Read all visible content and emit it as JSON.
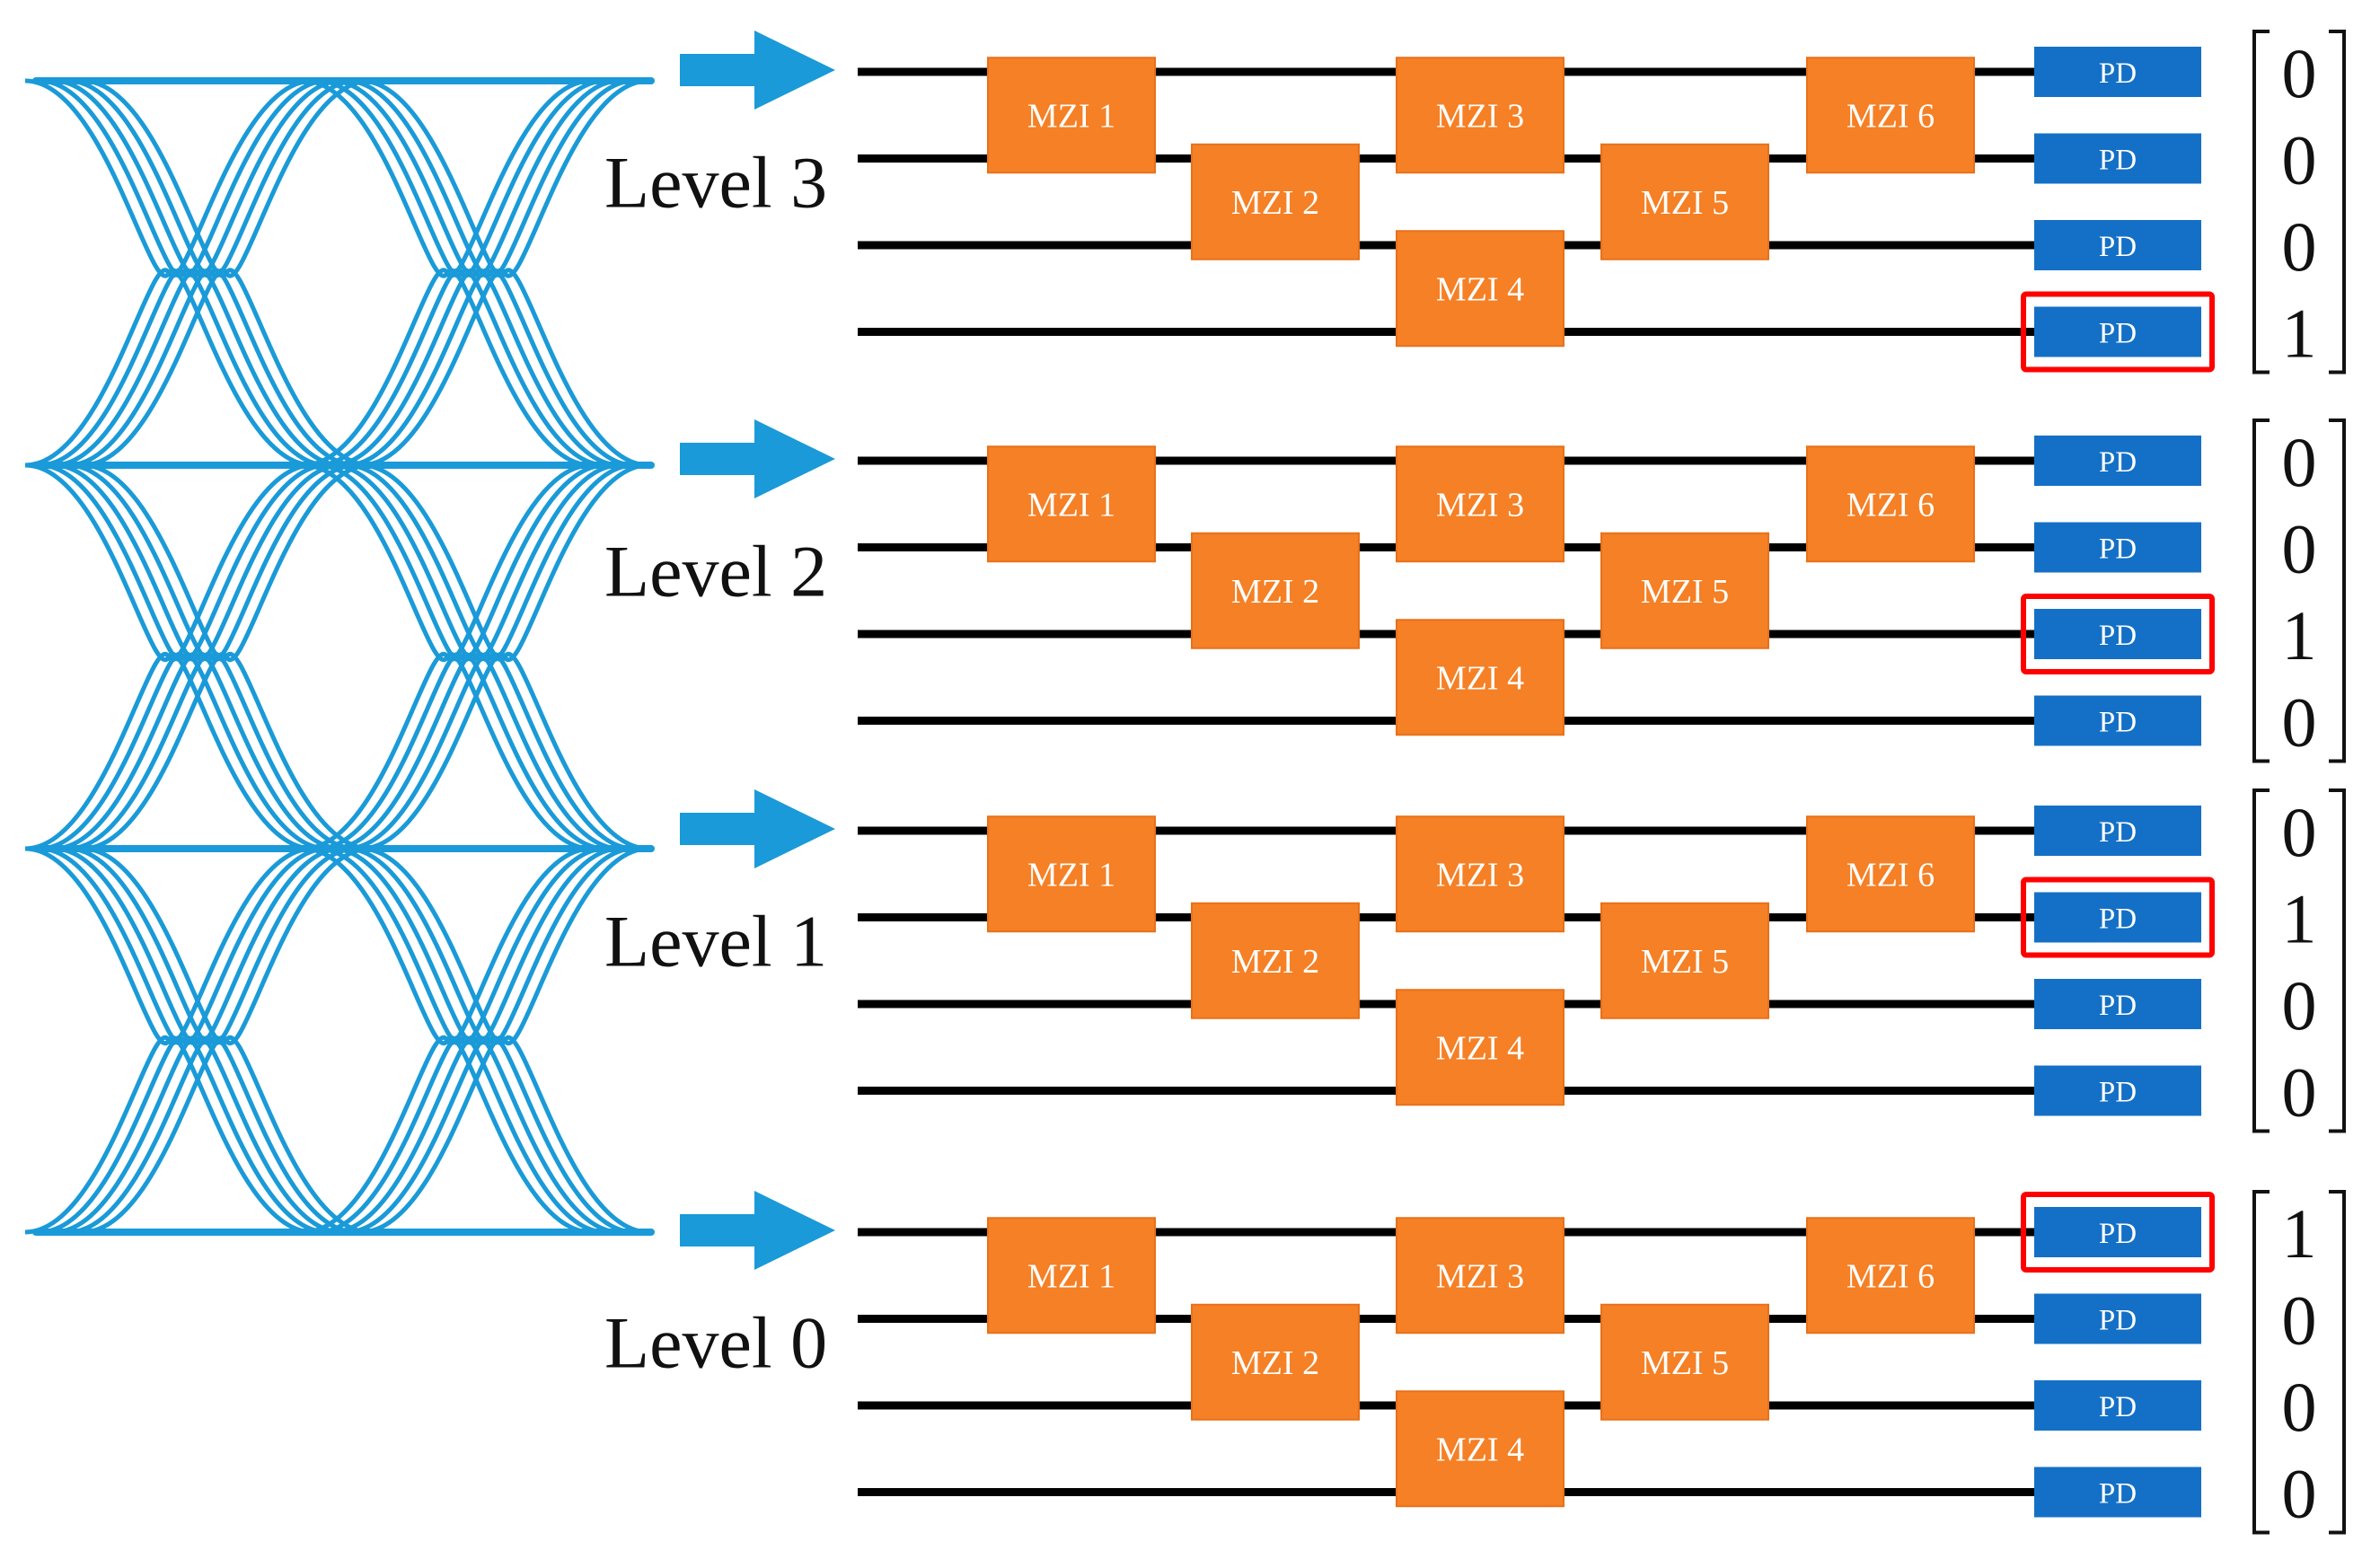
{
  "colors": {
    "eye": "#1a9ad8",
    "arrow": "#1a9ad8",
    "waveguide": "#000000",
    "mzi": "#f58025",
    "pd": "#1470c6",
    "highlight": "#ff0000",
    "text": "#111111"
  },
  "pd_label": "PD",
  "mzi_labels": [
    "MZI 1",
    "MZI 2",
    "MZI 3",
    "MZI 4",
    "MZI 5",
    "MZI 6"
  ],
  "levels": [
    {
      "label": "Level 3",
      "vector": [
        "0",
        "0",
        "0",
        "1"
      ],
      "active_output": 4
    },
    {
      "label": "Level 2",
      "vector": [
        "0",
        "0",
        "1",
        "0"
      ],
      "active_output": 3
    },
    {
      "label": "Level 1",
      "vector": [
        "0",
        "1",
        "0",
        "0"
      ],
      "active_output": 2
    },
    {
      "label": "Level 0",
      "vector": [
        "1",
        "0",
        "0",
        "0"
      ],
      "active_output": 1
    }
  ]
}
